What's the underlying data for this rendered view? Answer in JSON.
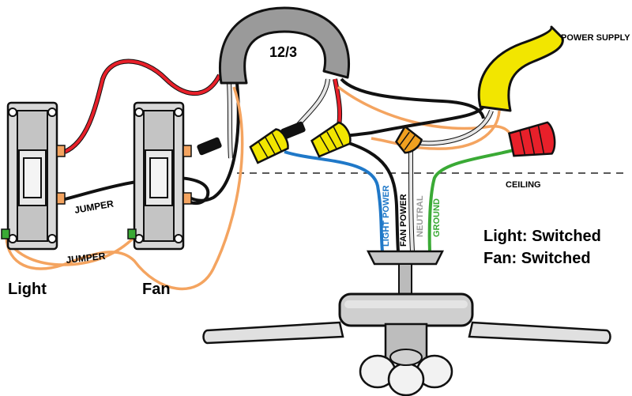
{
  "diagram": {
    "cable_label": "12/3",
    "power_supply_label": "POWER SUPPLY",
    "ceiling_label": "CEILING",
    "jumper_top_label": "JUMPER",
    "jumper_bottom_label": "JUMPER",
    "switch_light_label": "Light",
    "switch_fan_label": "Fan",
    "wire_light_power_label": "LIGHT POWER",
    "wire_fan_power_label": "FAN POWER",
    "wire_neutral_label": "NEUTRAL",
    "wire_ground_label": "GROUND",
    "summary_light": "Light: Switched",
    "summary_fan": "Fan: Switched"
  },
  "colors": {
    "hot_black": "#111111",
    "hot_red": "#e8202a",
    "neutral_white": "#d8d8d8",
    "ground_bare": "#f4a460",
    "ground_green": "#3aaa35",
    "light_blue": "#1f78c8",
    "cable_gray": "#9a9a9a",
    "supply_yellow": "#f2e600",
    "wirenut_yellow": "#f2e600",
    "wirenut_orange": "#f0a020",
    "wirenut_red": "#e8202a"
  }
}
